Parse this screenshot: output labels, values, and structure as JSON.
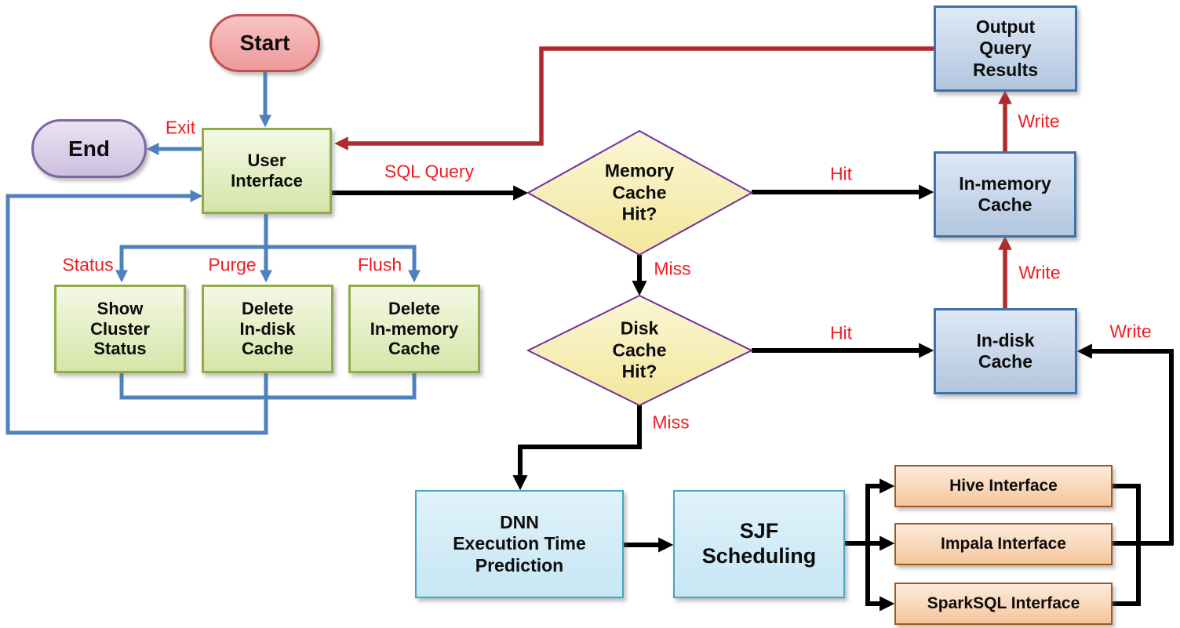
{
  "nodes": {
    "start": "Start",
    "end": "End",
    "user_interface": "User\nInterface",
    "show_cluster_status": "Show\nCluster\nStatus",
    "delete_in_disk_cache": "Delete\nIn-disk\nCache",
    "delete_in_memory_cache": "Delete\nIn-memory\nCache",
    "memory_cache_hit": "Memory\nCache\nHit?",
    "disk_cache_hit": "Disk\nCache\nHit?",
    "output_query_results": "Output\nQuery\nResults",
    "in_memory_cache": "In-memory\nCache",
    "in_disk_cache": "In-disk\nCache",
    "dnn_prediction": "DNN\nExecution Time\nPrediction",
    "sjf_scheduling": "SJF\nScheduling",
    "hive_interface": "Hive Interface",
    "impala_interface": "Impala Interface",
    "sparksql_interface": "SparkSQL Interface"
  },
  "edge_labels": {
    "exit": "Exit",
    "sql_query": "SQL Query",
    "status": "Status",
    "purge": "Purge",
    "flush": "Flush",
    "memory_hit": "Hit",
    "memory_miss": "Miss",
    "disk_hit": "Hit",
    "disk_miss": "Miss",
    "write_to_output": "Write",
    "write_to_memory": "Write",
    "write_to_disk": "Write"
  },
  "colors": {
    "blue_connector": "#4f81bd",
    "red_connector": "#b3282d",
    "black_connector": "#000000",
    "label_red": "#ee1c23"
  }
}
